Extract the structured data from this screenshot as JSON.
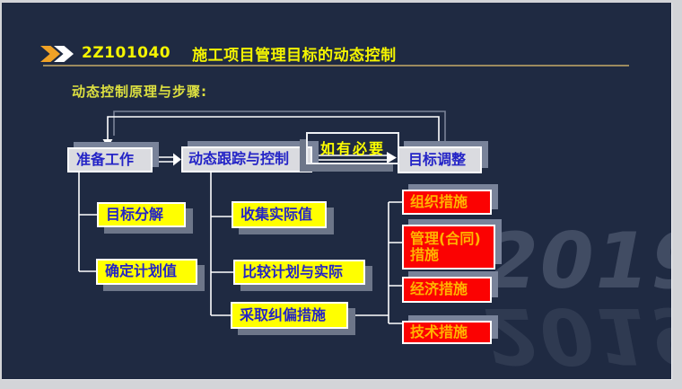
{
  "slide": {
    "background_color": "#1f2a42",
    "frame_color": "#d3d4d8"
  },
  "header": {
    "course_code": "2Z101040",
    "title": "施工项目管理目标的动态控制",
    "colors": {
      "title_text": "#f4f400",
      "underline": "#9c8a5e",
      "chevron_gold": "#f0a226",
      "chevron_white": "#ffffff"
    }
  },
  "subtitle": {
    "text": "动态控制原理与步骤:",
    "color": "#dde040"
  },
  "flowchart": {
    "stage_boxes": [
      {
        "label": "准备工作"
      },
      {
        "label": "动态跟踪与控制"
      },
      {
        "label": "目标调整"
      }
    ],
    "condition_label": "如有必要",
    "prep_steps": [
      {
        "label": "目标分解"
      },
      {
        "label": "确定计划值"
      }
    ],
    "tracking_steps": [
      {
        "label": "收集实际值"
      },
      {
        "label": "比较计划与实际"
      },
      {
        "label": "采取纠偏措施"
      }
    ],
    "measure_boxes": [
      {
        "label": "组织措施"
      },
      {
        "label": "管理(合同)措施"
      },
      {
        "label": "经济措施"
      },
      {
        "label": "技术措施"
      }
    ],
    "colors": {
      "stage_fill": "#dadbe0",
      "stage_text": "#2424c6",
      "step_fill": "#ffff00",
      "step_text": "#2424c6",
      "measure_fill": "#fb0202",
      "measure_text": "#ffb400",
      "condition_text": "#ffff00",
      "connector": "#ffffff",
      "shadow": "#7a8397"
    }
  },
  "watermark": {
    "text": "2019"
  }
}
